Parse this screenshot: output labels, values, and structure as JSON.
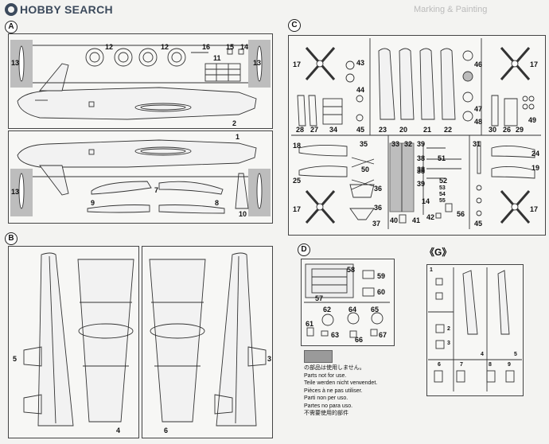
{
  "watermark": {
    "brand": "HOBBY SEARCH"
  },
  "sections": {
    "a": "A",
    "b": "B",
    "c": "C",
    "d": "D",
    "g": "《G》"
  },
  "parts_a": [
    "12",
    "12",
    "16",
    "15",
    "14",
    "13",
    "11",
    "13",
    "2",
    "1",
    "13",
    "7",
    "9",
    "8",
    "10"
  ],
  "parts_b": [
    "5",
    "3",
    "4",
    "6"
  ],
  "parts_c": [
    "17",
    "43",
    "44",
    "45",
    "28",
    "27",
    "34",
    "23",
    "20",
    "21",
    "22",
    "46",
    "47",
    "48",
    "17",
    "30",
    "26",
    "29",
    "49",
    "18",
    "35",
    "33",
    "32",
    "39",
    "51",
    "31",
    "24",
    "50",
    "38",
    "38",
    "25",
    "36",
    "39",
    "38",
    "52",
    "19",
    "53",
    "54",
    "55",
    "17",
    "36",
    "14",
    "56",
    "17",
    "37",
    "40",
    "41",
    "42",
    "45"
  ],
  "parts_d": [
    "58",
    "59",
    "60",
    "57",
    "62",
    "64",
    "65",
    "61",
    "63",
    "66",
    "67"
  ],
  "parts_g": [
    "1",
    "2",
    "3",
    "4",
    "5",
    "6",
    "7",
    "8",
    "9"
  ],
  "not_used_note": [
    "の部品は使用しません。",
    "Parts not for use.",
    "Teile werden nicht verwendet.",
    "Pièces à ne pas utiliser.",
    "Parti non per uso.",
    "Partes no para uso.",
    "不需要使用的部件"
  ],
  "header_faded": "Marking & Painting",
  "colors": {
    "line": "#333333",
    "panel": "#f7f7f5",
    "shade": "#9a9a9a",
    "brand": "#3c4a5c"
  }
}
